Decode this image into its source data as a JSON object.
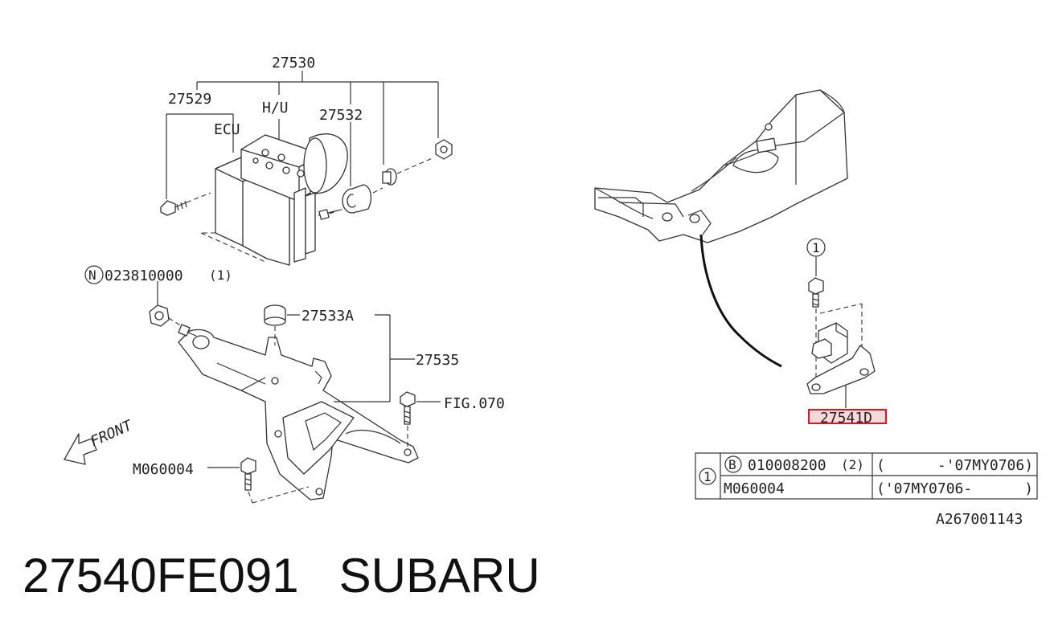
{
  "labels": {
    "assembly": "27530",
    "p27529": "27529",
    "hu": "H/U",
    "ecu": "ECU",
    "p27532": "27532",
    "nut_code": "023810000",
    "nut_qty": "(1)",
    "nut_letter": "N",
    "p27533a": "27533A",
    "p27535": "27535",
    "fig": "FIG.070",
    "front": "FRONT",
    "bolt_bottom": "M060004",
    "callout_1": "1",
    "p27541d": "27541D",
    "ref_code": "A267001143"
  },
  "table": {
    "ref": "1",
    "row1": {
      "letter": "B",
      "part": "010008200",
      "qty": "(2)",
      "range": "(      -'07MY0706)"
    },
    "row2": {
      "part": "M060004",
      "range": "('07MY0706-      )"
    }
  },
  "footer": {
    "part_number": "27540FE091",
    "brand": "SUBARU"
  },
  "colors": {
    "highlight": "#e8121b",
    "highlight_fill": "#f6d9da",
    "line": "#333333"
  }
}
